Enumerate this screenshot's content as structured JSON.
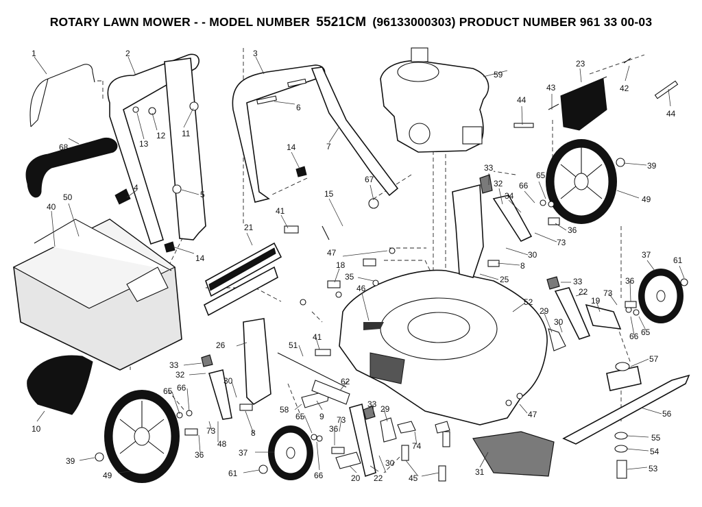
{
  "title": {
    "prefix": "ROTARY LAWN MOWER - - MODEL NUMBER",
    "model": "5521CM",
    "suffix": "(96133000303) PRODUCT NUMBER 961 33 00-03"
  },
  "callouts": {
    "c1": "1",
    "c2": "2",
    "c3": "3",
    "c4": "4",
    "c5": "5",
    "c6": "6",
    "c7": "7",
    "c8a": "8",
    "c8b": "8",
    "c9": "9",
    "c10": "10",
    "c11": "11",
    "c12": "12",
    "c13": "13",
    "c14a": "14",
    "c14b": "14",
    "c15": "15",
    "c18": "18",
    "c19": "19",
    "c20": "20",
    "c21": "21",
    "c22a": "22",
    "c22b": "22",
    "c23": "23",
    "c25": "25",
    "c26": "26",
    "c29a": "29",
    "c29b": "29",
    "c30a": "30",
    "c30b": "30",
    "c30c": "30",
    "c30d": "30",
    "c31": "31",
    "c32a": "32",
    "c32b": "32",
    "c33a": "33",
    "c33b": "33",
    "c33c": "33",
    "c33d": "33",
    "c34": "34",
    "c35": "35",
    "c36a": "36",
    "c36b": "36",
    "c36c": "36",
    "c36d": "36",
    "c37a": "37",
    "c37b": "37",
    "c39a": "39",
    "c39b": "39",
    "c40": "40",
    "c41a": "41",
    "c41b": "41",
    "c42": "42",
    "c43": "43",
    "c44a": "44",
    "c44b": "44",
    "c45": "45",
    "c46": "46",
    "c47a": "47",
    "c47b": "47",
    "c48": "48",
    "c49a": "49",
    "c49b": "49",
    "c50": "50",
    "c51": "51",
    "c52": "52",
    "c53": "53",
    "c54": "54",
    "c55": "55",
    "c56": "56",
    "c57": "57",
    "c58": "58",
    "c59": "59",
    "c61a": "61",
    "c61b": "61",
    "c62": "62",
    "c65a": "65",
    "c65b": "65",
    "c65c": "65",
    "c65d": "65",
    "c66a": "66",
    "c66b": "66",
    "c66c": "66",
    "c66d": "66",
    "c67": "67",
    "c68": "68",
    "c73a": "73",
    "c73b": "73",
    "c73c": "73",
    "c73d": "73",
    "c74": "74"
  }
}
